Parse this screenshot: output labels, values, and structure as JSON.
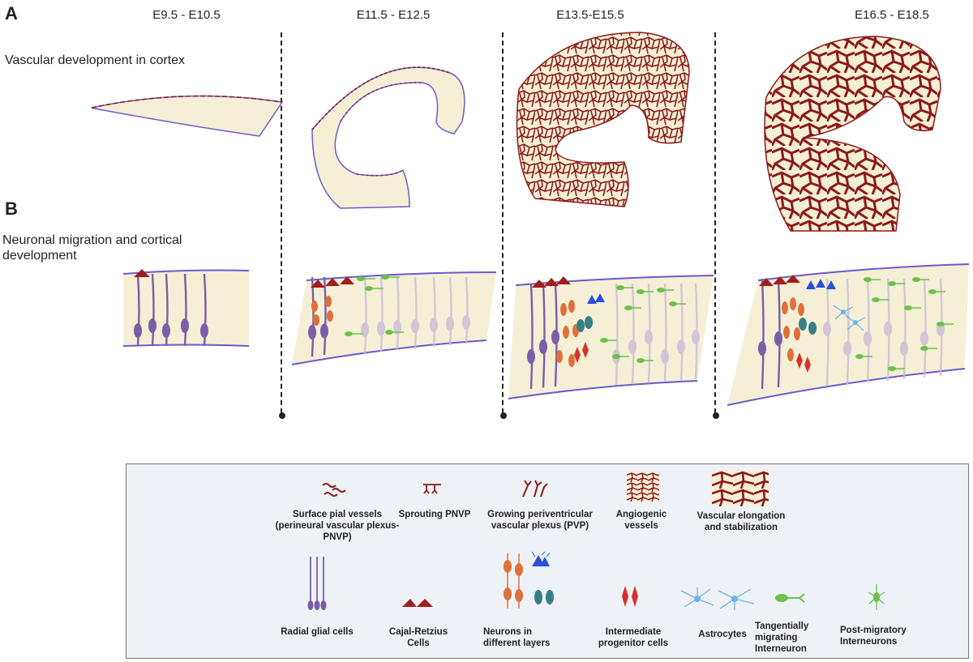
{
  "panels": {
    "a_letter": "A",
    "b_letter": "B",
    "a_title": "Vascular development in cortex",
    "b_title_line1": "Neuronal migration and cortical",
    "b_title_line2": "development"
  },
  "stages": [
    "E9.5 - E10.5",
    "E11.5 - E12.5",
    "E13.5-E15.5",
    "E16.5 - E18.5"
  ],
  "legend": {
    "row1": [
      {
        "id": "surface-pial",
        "lines": [
          "Surface pial vessels",
          "(perineural vascular plexus-",
          "PNVP)"
        ]
      },
      {
        "id": "sprouting",
        "lines": [
          "Sprouting PNVP"
        ]
      },
      {
        "id": "growing",
        "lines": [
          "Growing periventricular",
          "vascular plexus (PVP)"
        ]
      },
      {
        "id": "angiogenic",
        "lines": [
          "Angiogenic",
          "vessels"
        ]
      },
      {
        "id": "elongation",
        "lines": [
          "Vascular elongation",
          "and stabilization"
        ]
      }
    ],
    "row2": [
      {
        "id": "radial-glial",
        "lines": [
          "Radial glial cells"
        ]
      },
      {
        "id": "cajal",
        "lines": [
          "Cajal-Retzius",
          "Cells"
        ]
      },
      {
        "id": "neurons",
        "lines": [
          "Neurons in",
          "different layers"
        ]
      },
      {
        "id": "intermediate",
        "lines": [
          "Intermediate",
          "progenitor cells"
        ]
      },
      {
        "id": "astrocytes",
        "lines": [
          "Astrocytes"
        ]
      },
      {
        "id": "tangential",
        "lines": [
          "Tangentially",
          "migrating",
          "Interneuron"
        ]
      },
      {
        "id": "postmigratory",
        "lines": [
          "Post-migratory",
          "Interneurons"
        ]
      }
    ]
  },
  "colors": {
    "tissue": "#f5efd6",
    "vessel": "#8b1a1a",
    "outline": "#6a5acd",
    "radial": "#7b5ea7",
    "neuron": "#e0703a",
    "teal": "#3a7f86",
    "progenitor": "#d8302a",
    "interneuron": "#6cc04a",
    "blue": "#2a4fd8",
    "astro": "#6fb3e8"
  }
}
